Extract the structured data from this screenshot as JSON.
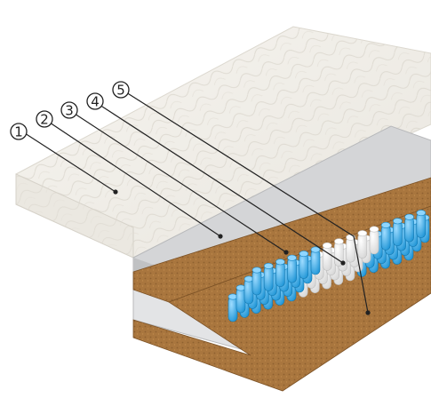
{
  "callouts": [
    {
      "number": "1",
      "target": "quilted-cover"
    },
    {
      "number": "2",
      "target": "foam-layer"
    },
    {
      "number": "3",
      "target": "coconut-coir-layer"
    },
    {
      "number": "4",
      "target": "pocket-springs"
    },
    {
      "number": "5",
      "target": "coir-base"
    }
  ],
  "colors": {
    "cover": "#f3f1ec",
    "cover_shadow": "#dcd8cf",
    "foam": "#c9cacc",
    "foam_light": "#e1e2e4",
    "coir": "#a9763e",
    "coir_dark": "#7c5226",
    "spring_blue": "#2aa6e6",
    "spring_white": "#f4f4f4",
    "lines": "#222222"
  }
}
